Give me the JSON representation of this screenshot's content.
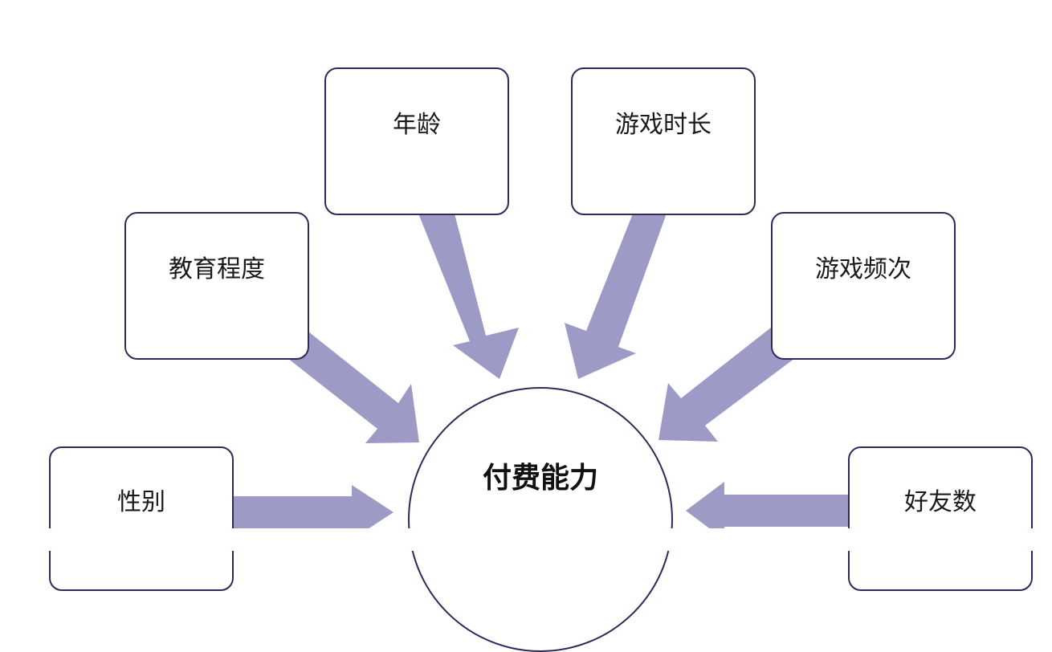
{
  "center": {
    "label": "付费能力"
  },
  "factors": [
    {
      "label": "性别"
    },
    {
      "label": "教育程度"
    },
    {
      "label": "年龄"
    },
    {
      "label": "游戏时长"
    },
    {
      "label": "游戏频次"
    },
    {
      "label": "好友数"
    }
  ],
  "colors": {
    "arrow": "#9e9ac6",
    "border": "#2d2a5a",
    "background": "#ffffff"
  }
}
